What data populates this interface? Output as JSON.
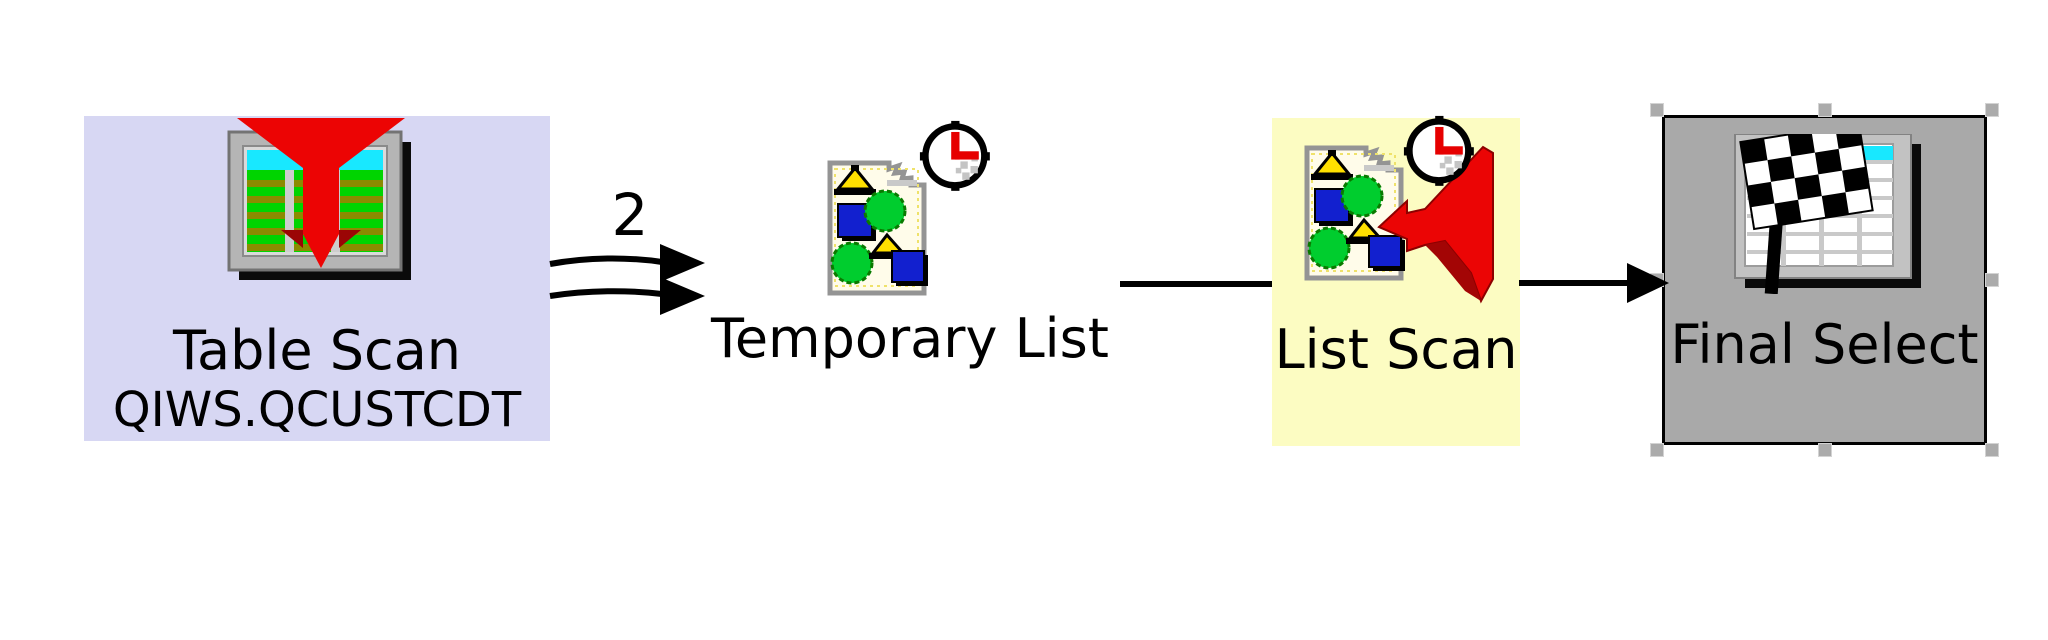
{
  "diagram": {
    "type": "query-plan-flow",
    "nodes": [
      {
        "id": "table-scan",
        "label": "Table Scan",
        "sublabel": "QIWS.QCUSTCDT",
        "icon": "table-scan-icon",
        "bg_color": "#d7d7f3",
        "selected": false
      },
      {
        "id": "temporary-list",
        "label": "Temporary List",
        "sublabel": "",
        "icon": "temporary-list-icon",
        "bg_color": "transparent",
        "selected": false
      },
      {
        "id": "list-scan",
        "label": "List Scan",
        "sublabel": "",
        "icon": "list-scan-icon",
        "bg_color": "#fcfcc2",
        "selected": false
      },
      {
        "id": "final-select",
        "label": "Final Select",
        "sublabel": "",
        "icon": "final-select-icon",
        "bg_color": "#a9a9a9",
        "selected": true
      }
    ],
    "edges": [
      {
        "from": "table-scan",
        "to": "temporary-list",
        "label": "2",
        "style": "double-curved-arrow"
      },
      {
        "from": "temporary-list",
        "to": "list-scan",
        "label": "",
        "style": "plain-line"
      },
      {
        "from": "list-scan",
        "to": "final-select",
        "label": "",
        "style": "arrow"
      }
    ],
    "colors": {
      "canvas_bg": "#ffffff",
      "connector": "#000000",
      "selection_handle": "#ababab",
      "funnel_red": "#ec0404",
      "funnel_dark_red": "#9b0505",
      "icon_cyan": "#18e8ff",
      "icon_green": "#00cd2e",
      "icon_olive": "#8b8b00",
      "icon_blue": "#1220cf",
      "icon_yellow": "#ffe000"
    }
  }
}
